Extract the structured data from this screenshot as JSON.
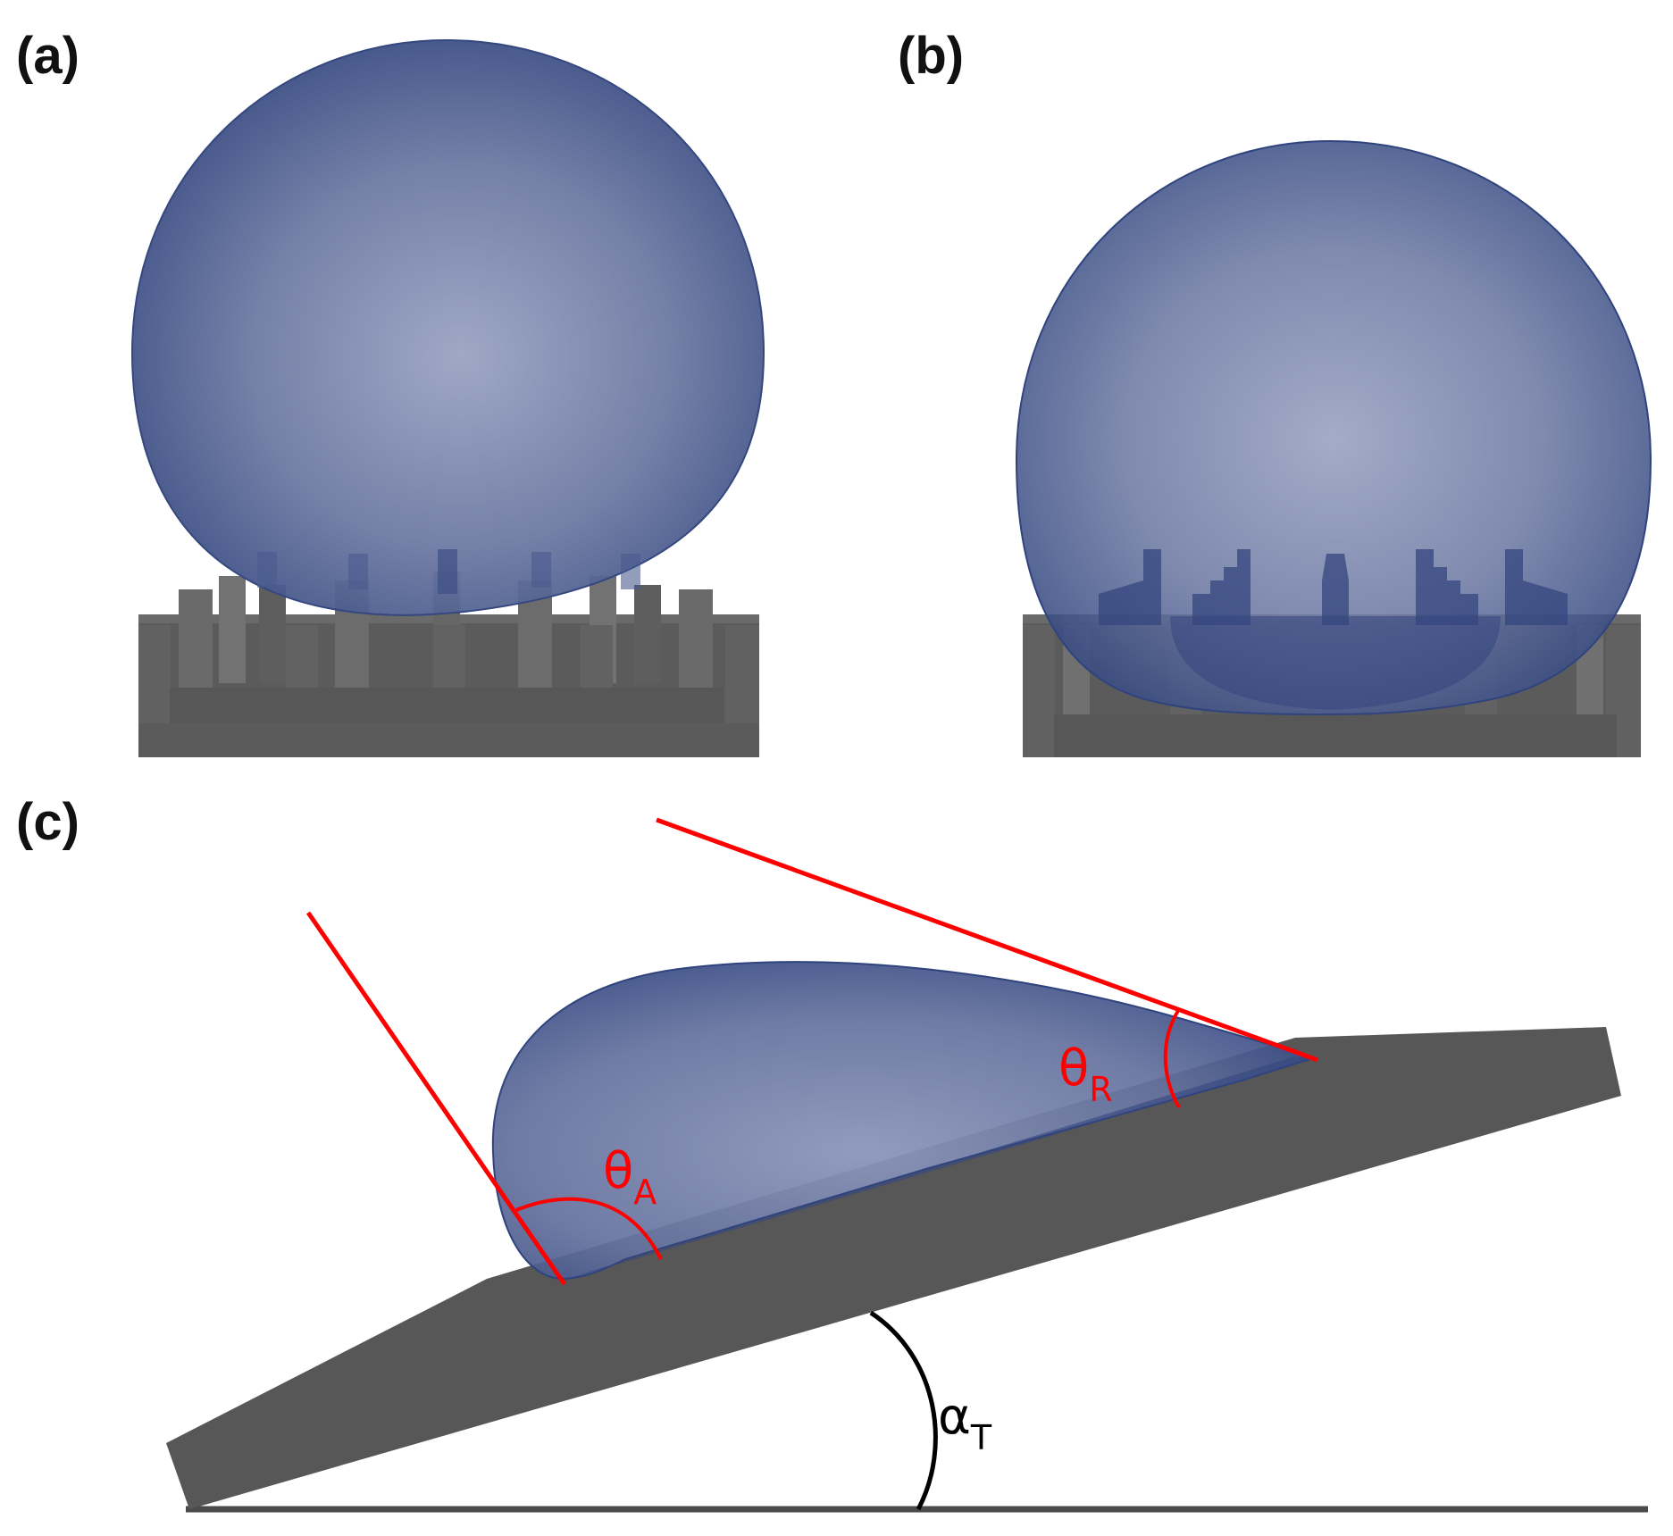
{
  "panels": {
    "a": {
      "label": "(a)"
    },
    "b": {
      "label": "(b)"
    },
    "c": {
      "label": "(c)",
      "advancing_angle": {
        "symbol": "θ",
        "subscript": "A"
      },
      "receding_angle": {
        "symbol": "θ",
        "subscript": "R"
      },
      "tilt_angle": {
        "symbol": "α",
        "subscript": "T"
      }
    }
  },
  "colors": {
    "substrate_dark": "#585858",
    "substrate_light": "#6e6e6e",
    "droplet": "#3a4e86",
    "droplet_highlight": "#9aa3c2",
    "angle_annotation": "#ff0000",
    "tilt_annotation": "#000000"
  }
}
